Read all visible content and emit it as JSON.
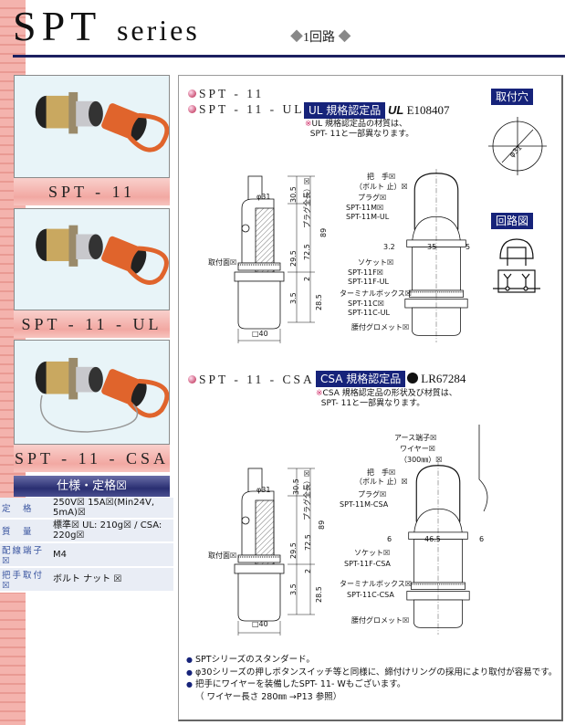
{
  "header": {
    "title_main": "SPT",
    "title_sub": "series",
    "subtitle": "1回路",
    "diamond": "◆"
  },
  "products": [
    {
      "label": "SPT - 11"
    },
    {
      "label": "SPT - 11 - UL"
    },
    {
      "label": "SPT - 11 - CSA"
    }
  ],
  "spec": {
    "title": "仕様・定格☒",
    "rows": [
      {
        "key": "定　格",
        "value": "250V☒ 15A☒(Min24V, 5mA)☒"
      },
      {
        "key": "質　量",
        "value": "標準☒ UL: 210g☒ / CSA: 220g☒"
      },
      {
        "key": "配線端子☒",
        "value": "M4"
      },
      {
        "key": "把手取付☒",
        "value": "ボルト ナット ☒"
      }
    ]
  },
  "ul_section": {
    "models": [
      "SPT - 11",
      "SPT - 11 - UL"
    ],
    "badge": "UL 規格認定品",
    "cert_mark": "UL",
    "cert_no": "E108407",
    "note_mark": "※",
    "note_line1": "UL 規格認定品の材質は、",
    "note_line2": "SPT- 11と一部異なります。",
    "dims": {
      "phi": "φ31",
      "d30_5": "30.5",
      "plug_len": "プラグ全長）☒",
      "d89": "89",
      "d72_5": "72.5",
      "d29_5": "29.5",
      "d2": "2",
      "d3_5": "3.5",
      "d28_5": "28.5",
      "mount": "取付面☒",
      "sq40": "□40",
      "d3_2": "3.2",
      "d35": "35",
      "d5": "5"
    },
    "parts": {
      "handle": "把　手☒",
      "bolt": "（ボルト 止）☒",
      "plug": "プラグ☒",
      "plug_m": "SPT-11M☒",
      "plug_m_ul": "SPT-11M-UL",
      "socket": "ソケット☒",
      "socket_f": "SPT-11F☒",
      "socket_f_ul": "SPT-11F-UL",
      "terminal": "ターミナルボックス☒",
      "terminal_c": "SPT-11C☒",
      "terminal_c_ul": "SPT-11C-UL",
      "grommet": "腰付グロメット☒"
    }
  },
  "side": {
    "mount_hole": "取付穴",
    "hole_dim": "φ31",
    "circuit": "回路図"
  },
  "csa_section": {
    "model": "SPT - 11 - CSA",
    "badge": "CSA 規格認定品",
    "cert_no": "LR67284",
    "note_mark": "※",
    "note_line1": "CSA 規格認定品の形状及び材質は、",
    "note_line2": "SPT- 11と一部異なります。",
    "dims": {
      "phi": "φ31",
      "d30_5": "30.5",
      "plug_len": "プラグ全長）☒",
      "d89": "89",
      "d72_5": "72.5",
      "d29_5": "29.5",
      "d2": "2",
      "d3_5": "3.5",
      "d28_5": "28.5",
      "mount": "取付面☒",
      "sq40": "□40",
      "d6a": "6",
      "d46_5": "46.5",
      "d6b": "6"
    },
    "parts": {
      "earth": "アース端子☒",
      "wire": "ワイヤー☒",
      "wire_len": "（300㎜）☒",
      "handle": "把　手☒",
      "bolt": "（ボルト 止）☒",
      "plug": "プラグ☒",
      "plug_m": "SPT-11M-CSA",
      "socket": "ソケット☒",
      "socket_f": "SPT-11F-CSA",
      "terminal": "ターミナルボックス☒",
      "terminal_c": "SPT-11C-CSA",
      "grommet": "腰付グロメット☒"
    }
  },
  "features": [
    "SPTシリーズのスタンダード。",
    "φ30シリーズの押しボタンスイッチ等と同様に、締付けリングの採用により取付が容易です。",
    "把手にワイヤーを装備したSPT- 11- Wもございます。",
    "（ ワイヤー長さ 280㎜ →P13 参照）"
  ],
  "colors": {
    "navy": "#16237a",
    "pink": "#f2a8a2",
    "orange": "#e0642c"
  }
}
